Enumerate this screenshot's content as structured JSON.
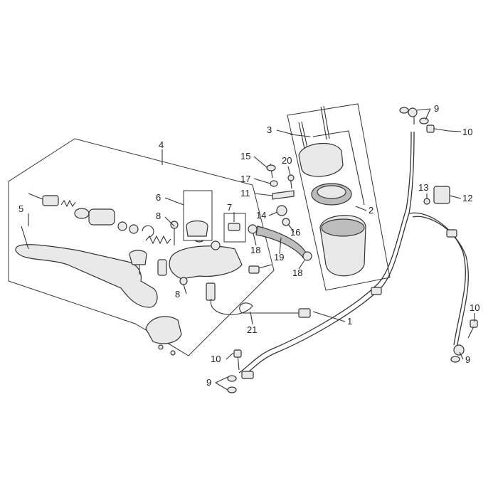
{
  "callouts": [
    {
      "id": "c1",
      "text": "1"
    },
    {
      "id": "c2",
      "text": "2"
    },
    {
      "id": "c3",
      "text": "3"
    },
    {
      "id": "c4",
      "text": "4"
    },
    {
      "id": "c5",
      "text": "5"
    },
    {
      "id": "c6",
      "text": "6"
    },
    {
      "id": "c7",
      "text": "7"
    },
    {
      "id": "c8a",
      "text": "8"
    },
    {
      "id": "c8b",
      "text": "8"
    },
    {
      "id": "c9a",
      "text": "9"
    },
    {
      "id": "c9b",
      "text": "9"
    },
    {
      "id": "c9c",
      "text": "9"
    },
    {
      "id": "c10a",
      "text": "10"
    },
    {
      "id": "c10b",
      "text": "10"
    },
    {
      "id": "c10c",
      "text": "10"
    },
    {
      "id": "c11",
      "text": "11"
    },
    {
      "id": "c12",
      "text": "12"
    },
    {
      "id": "c13",
      "text": "13"
    },
    {
      "id": "c14",
      "text": "14"
    },
    {
      "id": "c15",
      "text": "15"
    },
    {
      "id": "c16",
      "text": "16"
    },
    {
      "id": "c17",
      "text": "17"
    },
    {
      "id": "c18a",
      "text": "18"
    },
    {
      "id": "c18b",
      "text": "18"
    },
    {
      "id": "c19",
      "text": "19"
    },
    {
      "id": "c20",
      "text": "20"
    },
    {
      "id": "c21",
      "text": "21"
    }
  ]
}
